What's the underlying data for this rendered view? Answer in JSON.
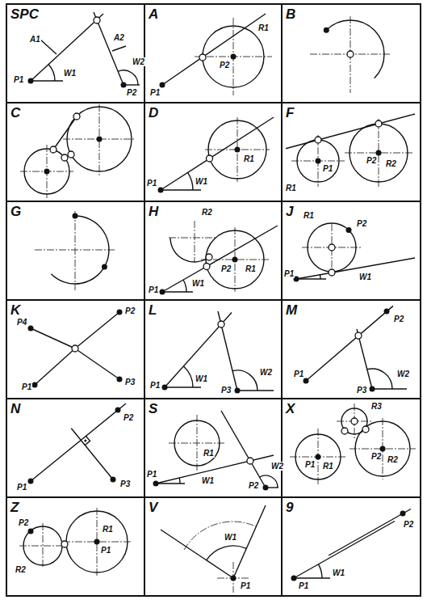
{
  "diagram": {
    "labels": [
      "SPC",
      "A1",
      "A2",
      "W1",
      "W2",
      "P1",
      "P2",
      "A",
      "R1",
      "P2",
      "P1",
      "B",
      "C",
      "D",
      "R1",
      "W1",
      "P1",
      "F",
      "R1",
      "P1",
      "P2",
      "R2",
      "G",
      "H",
      "R2",
      "R1",
      "P2",
      "W1",
      "P1",
      "J",
      "R1",
      "P2",
      "P1",
      "W1",
      "K",
      "P4",
      "P2",
      "P1",
      "P3",
      "L",
      "W1",
      "W2",
      "P1",
      "P3",
      "M",
      "P2",
      "W2",
      "P1",
      "P3",
      "N",
      "P2",
      "P1",
      "P3",
      "S",
      "R1",
      "P1",
      "W1",
      "W2",
      "P2",
      "X",
      "R3",
      "P1",
      "R1",
      "P2",
      "R2",
      "Z",
      "P2",
      "R2",
      "R1",
      "P1",
      "V",
      "W1",
      "P1",
      "9",
      "P2",
      "W1",
      "P1"
    ]
  }
}
